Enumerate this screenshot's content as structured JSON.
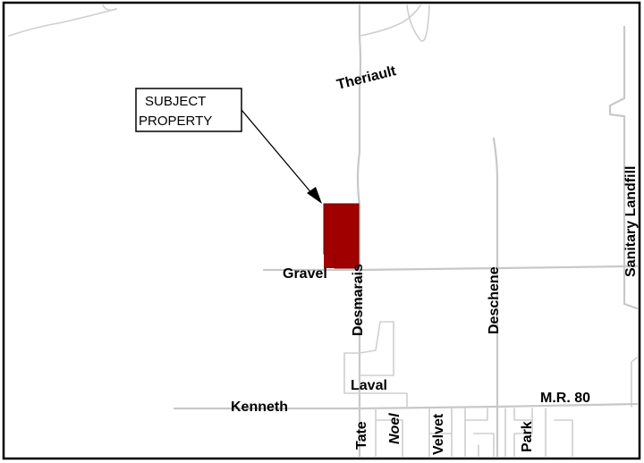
{
  "colors": {
    "parcel": "#a00000",
    "road": "#c8c8c8",
    "border": "#000000",
    "background": "#ffffff"
  },
  "callout": {
    "line1": "SUBJECT",
    "line2": "PROPERTY"
  },
  "roads": {
    "theriault": "Theriault",
    "gravel": "Gravel",
    "desmarais": "Desmarais",
    "deschene": "Deschene",
    "sanitary_landfill": "Sanitary Landfill",
    "laval": "Laval",
    "kenneth": "Kenneth",
    "mr80": "M.R. 80",
    "tate": "Tate",
    "noel": "Noel",
    "velvet": "Velvet",
    "park": "Park"
  }
}
